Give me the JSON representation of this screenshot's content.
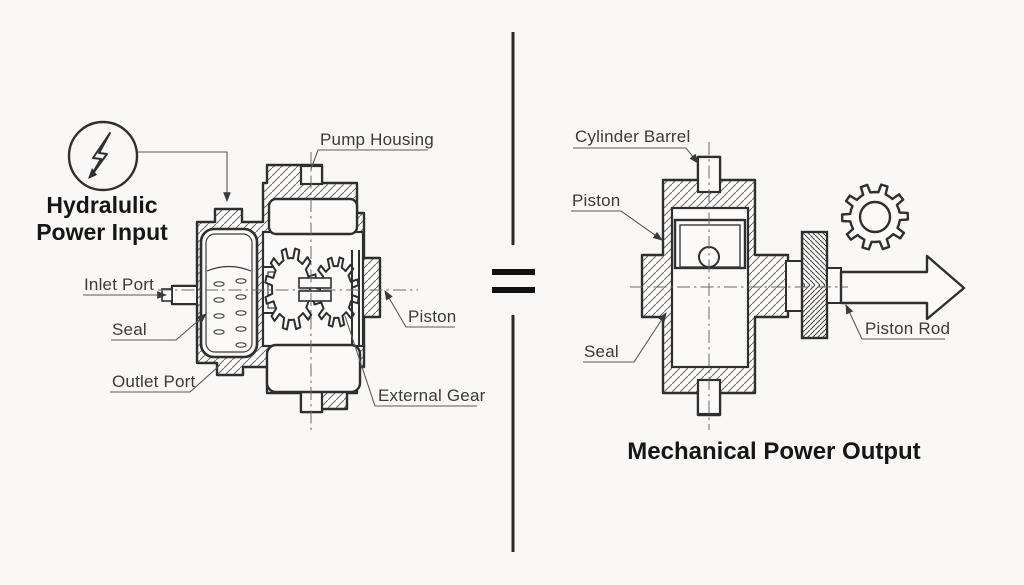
{
  "colors": {
    "background": "#f9f8f6",
    "line": "#2f2f2f",
    "label_text": "#3a3a3a",
    "title_text": "#161616",
    "leader": "#5a5a5a"
  },
  "left_diagram": {
    "power_icon": "lightning-icon",
    "title_line1": "Hydralulic",
    "title_line2": "Power Input",
    "labels": {
      "pump_housing": "Pump Housing",
      "inlet_port": "Inlet Port",
      "seal": "Seal",
      "outlet_port": "Outlet Port",
      "piston": "Piston",
      "external_gear": "External Gear"
    }
  },
  "equivalence": {
    "symbol": "="
  },
  "right_diagram": {
    "output_icon": "gear-icon",
    "labels": {
      "cylinder_barrel": "Cylinder Barrel",
      "piston": "Piston",
      "seal": "Seal",
      "piston_rod": "Piston Rod"
    },
    "title": "Mechanical Power Output"
  }
}
